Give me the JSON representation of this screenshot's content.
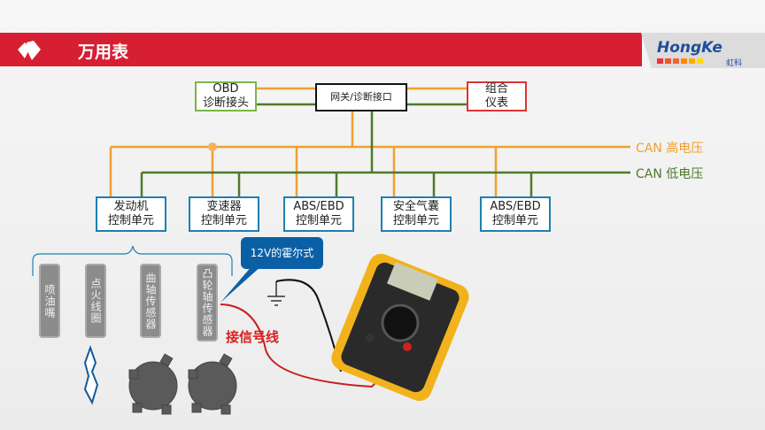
{
  "header": {
    "title": "万用表",
    "logo": "HongKe",
    "logo_cn": "虹科"
  },
  "diagram": {
    "obd": "OBD诊断接头",
    "gateway": "网关/诊断接口",
    "cluster": "组合仪表",
    "can_high": "CAN 高电压",
    "can_low": "CAN 低电压",
    "ecus": [
      "发动机控制单元",
      "变速器控制单元",
      "ABS/EBD控制单元",
      "安全气囊控制单元",
      "ABS/EBD控制单元"
    ],
    "components": [
      "喷油嘴",
      "点火线圈",
      "曲轴传感器",
      "凸轮轴传感器"
    ],
    "callout": "12V的霍尔式",
    "signal_label": "接信号线"
  },
  "colors": {
    "header": "#d61f32",
    "can_high": "#f0a030",
    "can_low": "#4e7a2a",
    "ecu_border": "#1e7fb0",
    "callout": "#0b5fa5"
  }
}
